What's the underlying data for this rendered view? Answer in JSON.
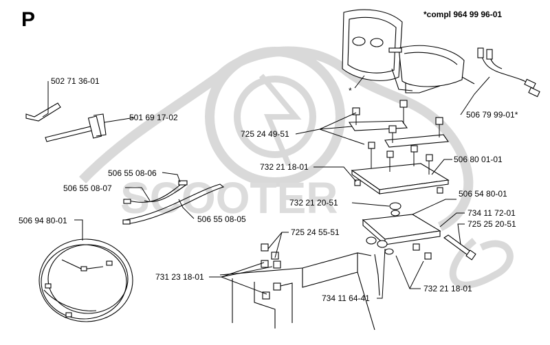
{
  "diagram": {
    "section_letter": "P",
    "compl_note": "*compl 964 99 96-01",
    "asterisk": "*",
    "watermark": "SCOOTER",
    "labels": {
      "p502713601": "502 71 36-01",
      "p501691702": "501 69 17-02",
      "p506550806": "506 55 08-06",
      "p506550807": "506 55 08-07",
      "p506550805": "506 55 08-05",
      "p506948001": "506 94 80-01",
      "p725244951": "725 24 49-51",
      "p732211801a": "732 21 18-01",
      "p732212051": "732 21 20-51",
      "p725245551": "725 24 55-51",
      "p731231801": "731 23 18-01",
      "p734116441": "734 11 64-41",
      "p732211801b": "732 21 18-01",
      "p725252051": "725 25 20-51",
      "p734117201": "734 11 72-01",
      "p506548001": "506 54 80-01",
      "p506800101": "506 80 01-01",
      "p506799901": "506 79 99-01*"
    }
  }
}
